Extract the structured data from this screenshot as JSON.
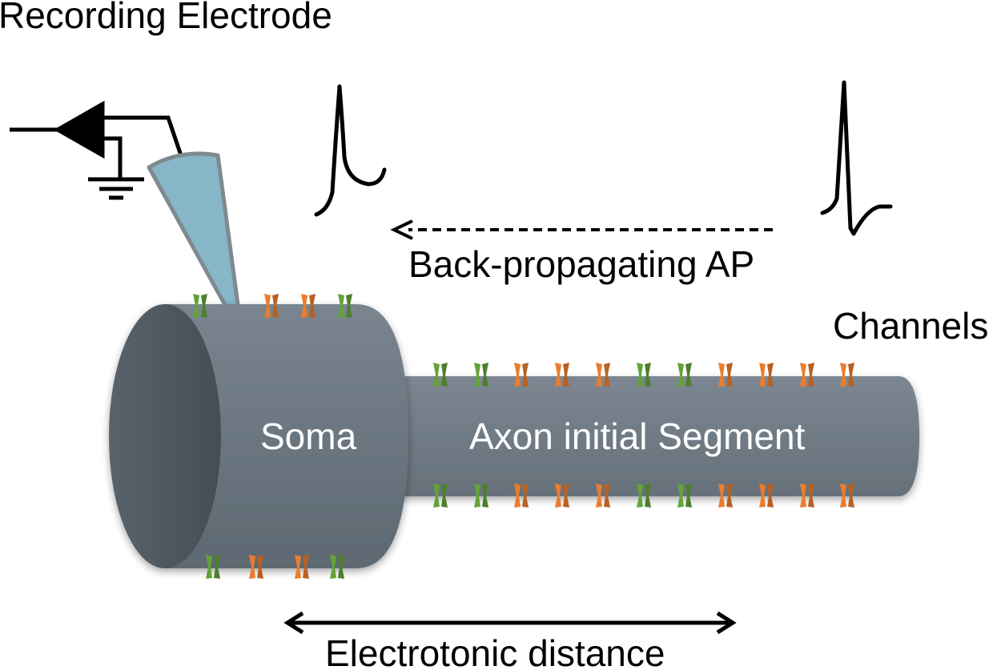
{
  "labels": {
    "recording_electrode": "Recording Electrode",
    "back_propagating": "Back-propagating AP",
    "channels": "Channels",
    "soma": "Soma",
    "axon": "Axon initial Segment",
    "distance": "Electrotonic distance"
  },
  "colors": {
    "soma_body": "#6b7680",
    "soma_face": "#4a525a",
    "axon_body": "#707b85",
    "electrode": "#86b6c8",
    "channel_green": "#63a33a",
    "channel_orange": "#ec7c2d",
    "ink": "#000000"
  },
  "channels": {
    "soma_top": [
      "green",
      "orange",
      "orange",
      "green"
    ],
    "soma_bottom": [
      "green",
      "orange",
      "orange",
      "green"
    ],
    "axon_top": [
      "green",
      "green",
      "orange",
      "orange",
      "orange",
      "green",
      "green",
      "orange",
      "orange",
      "orange",
      "orange"
    ],
    "axon_bottom": [
      "green",
      "green",
      "orange",
      "orange",
      "orange",
      "green",
      "green",
      "orange",
      "orange",
      "orange",
      "orange"
    ]
  },
  "icons": {
    "amplifier": "amplifier-icon",
    "ground": "ground-icon",
    "arrow": "arrow-icon"
  }
}
